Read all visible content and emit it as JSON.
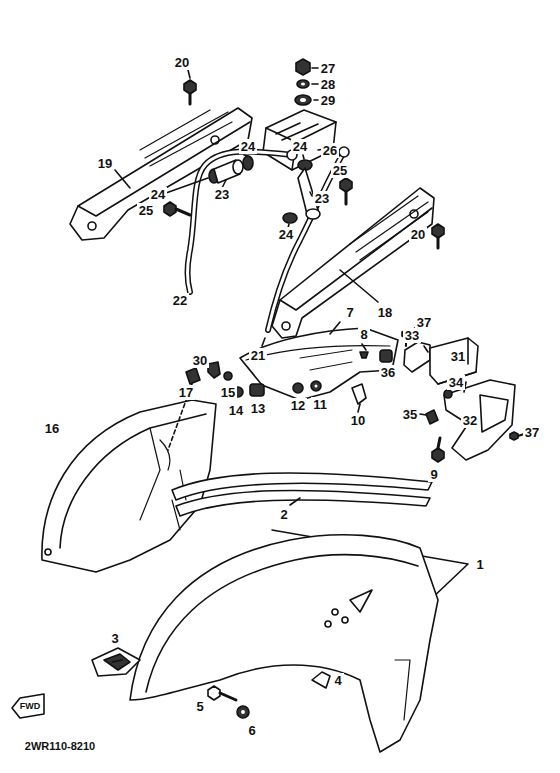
{
  "diagram": {
    "labels": [
      "27",
      "28",
      "29",
      "20",
      "26",
      "19",
      "24",
      "23",
      "24",
      "25",
      "22",
      "24",
      "23",
      "24",
      "25",
      "20",
      "18",
      "21",
      "37",
      "30",
      "8",
      "7",
      "36",
      "33",
      "31",
      "34",
      "17",
      "15",
      "14",
      "13",
      "12",
      "11",
      "10",
      "35",
      "32",
      "37",
      "9",
      "16",
      "2",
      "1",
      "4",
      "3",
      "5",
      "6",
      "FWD",
      "2WR110-8210"
    ]
  }
}
